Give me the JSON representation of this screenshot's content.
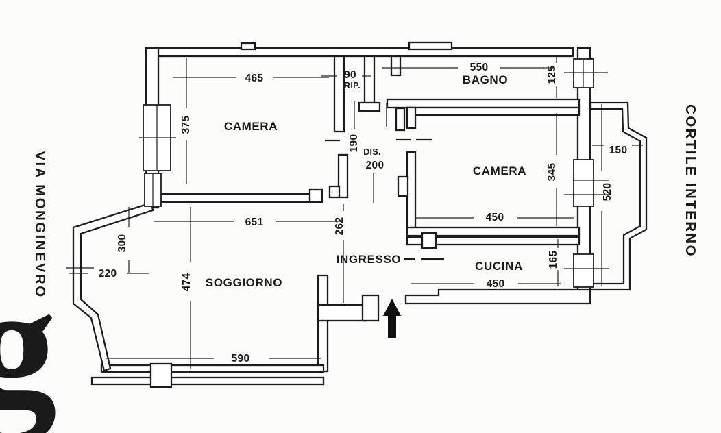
{
  "plan": {
    "streets": {
      "left": "VIA MONGINEVRO",
      "right": "CORTILE INTERNO"
    },
    "rooms": {
      "camera1": "CAMERA",
      "camera2": "CAMERA",
      "bagno": "BAGNO",
      "cucina": "CUCINA",
      "soggiorno": "SOGGIORNO",
      "ingresso": "INGRESSO",
      "rip": "RIP.",
      "dis": "DIS."
    },
    "dims": {
      "camera1_w": "465",
      "camera1_h": "375",
      "rip_w": "90",
      "bagno_w": "550",
      "bagno_h": "125",
      "corridor_w": "190",
      "dis_l": "200",
      "camera2_h": "345",
      "camera2_w": "450",
      "cucina_w": "450",
      "cucina_h": "165",
      "ingresso_l": "262",
      "soggiorno_top": "651",
      "soggiorno_h": "474",
      "soggiorno_w": "590",
      "bay_w": "220",
      "bay_h": "300",
      "balcony_w": "150",
      "balcony_h": "520"
    },
    "logo": {
      "glyph": "g",
      "color": "#be1e43"
    },
    "line_color": "#1d1d1d"
  }
}
